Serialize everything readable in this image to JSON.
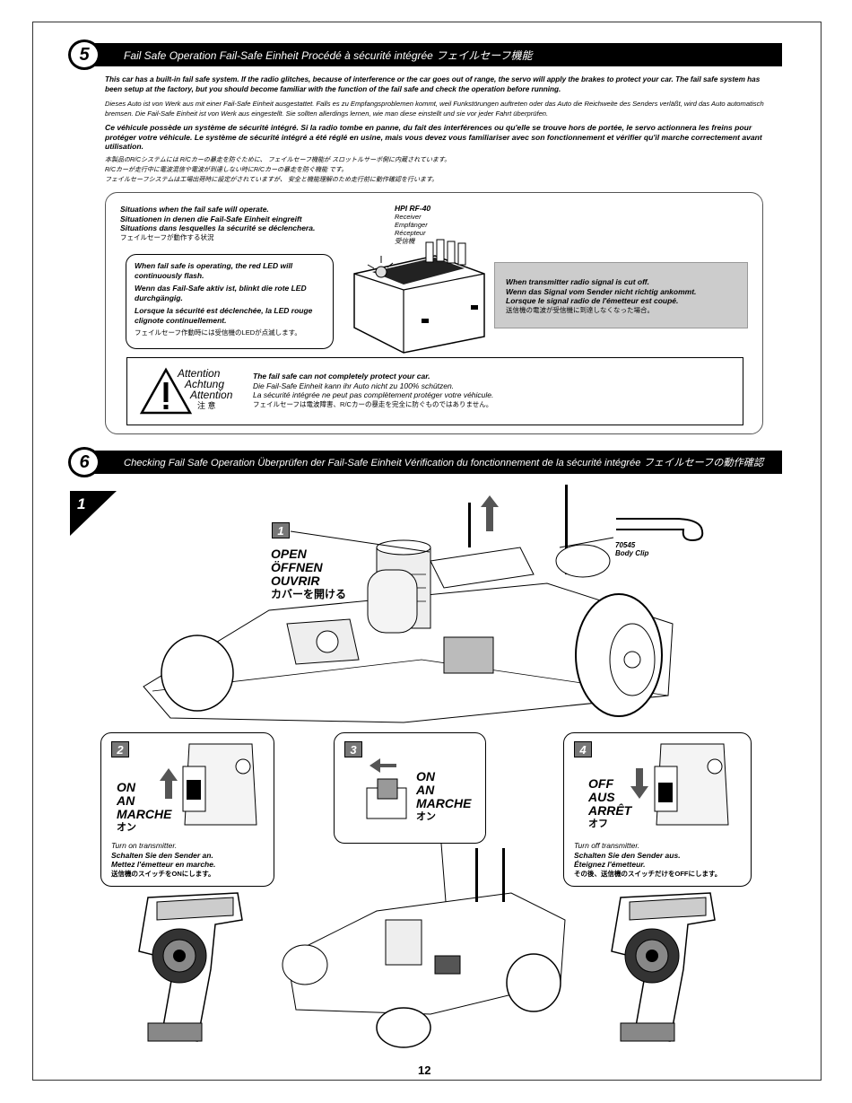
{
  "section5": {
    "num": "5",
    "title": "Fail Safe Operation   Fail-Safe Einheit   Procédé à sécurité intégrée   フェイルセーフ機能",
    "para_en": "This car has a built-in fail safe system. If the radio glitches, because of interference or the car goes out of range, the servo will apply the brakes to protect your car. The fail safe system has been setup at the factory, but you should become familiar with the function of the fail safe and check the operation before running.",
    "para_de": "Dieses Auto ist von Werk aus mit einer Fail-Safe Einheit ausgestattet. Falls es zu Empfangsproblemen kommt, weil Funkstörungen auftreten oder das Auto die Reichweite des Senders verläßt, wird das Auto automatisch bremsen. Die Fail-Safe Einheit ist von Werk aus eingestellt. Sie sollten allerdings lernen, wie man diese einstellt und sie vor jeder Fahrt überprüfen.",
    "para_fr": "Ce véhicule possède un système de sécurité intégré. Si la radio tombe en panne, du fait des interférences ou qu'elle se trouve hors de portée, le servo actionnera les freins pour protéger votre véhicule. Le système de sécurité intégré a été réglé en usine, mais vous devez vous familiariser avec son fonctionnement et vérifier qu'il marche correctement avant utilisation.",
    "para_jp1": "本製品のR/Cシステムには R/Cカーの暴走を防ぐために、 フェイルセーフ機能が スロットルサーボ側に内蔵されています。",
    "para_jp2": "R/Cカーが走行中に電波混信や電波が到達しない時にR/Cカーの暴走を防ぐ機能 です。",
    "para_jp3": "フェイルセーフシステムは工場出荷時に設定がされていますが、 安全と機能理解のため走行前に動作確認を行います。",
    "situ_en": "Situations when the fail safe will operate.",
    "situ_de": "Situationen in denen die Fail-Safe Einheit eingreift",
    "situ_fr": "Situations dans lesquelles la sécurité se déclenchera.",
    "situ_jp": "フェイルセーフが動作する状況",
    "receiver_en": "HPI RF-40",
    "receiver_1": "Receiver",
    "receiver_2": "Empfänger",
    "receiver_3": "Récepteur",
    "receiver_4": "受信機",
    "led_en": "When fail safe is operating, the red LED will continuously flash.",
    "led_de": "Wenn das Fail-Safe aktiv ist, blinkt die rote LED durchgängig.",
    "led_fr": "Lorsque la sécurité est déclenchée, la LED rouge clignote continuellement.",
    "led_jp": "フェイルセーフ作動時には受信機のLEDが点滅します。",
    "signal_en": "When transmitter radio signal is cut off.",
    "signal_de": "Wenn das Signal vom Sender nicht richtig ankommt.",
    "signal_fr": "Lorsque le signal radio de l'émetteur est coupé.",
    "signal_jp": "送信機の電波が受信機に到達しなくなった場合。",
    "att_1": "Attention",
    "att_2": "Achtung",
    "att_3": "Attention",
    "att_4": "注 意",
    "warn_en": "The fail safe can not completely protect your car.",
    "warn_de": "Die Fail-Safe Einheit kann ihr Auto nicht zu 100% schützen.",
    "warn_fr": "La sécurité intégrée ne peut pas complètement protéger votre véhicule.",
    "warn_jp": "フェイルセーフは電波障害、R/Cカーの暴走を完全に防ぐものではありません。"
  },
  "section6": {
    "num": "6",
    "title": "Checking Fail Safe Operation   Überprüfen der Fail-Safe Einheit   Vérification du fonctionnement de la sécurité intégrée   フェイルセーフの動作確認",
    "step1_num": "1",
    "tag1": "1",
    "open_1": "OPEN",
    "open_2": "ÖFFNEN",
    "open_3": "OUVRIR",
    "open_4": "カバーを開ける",
    "clip_num": "70545",
    "clip_label": "Body Clip",
    "tag2": "2",
    "on_1": "ON",
    "on_2": "AN",
    "on_3": "MARCHE",
    "on_4": "オン",
    "turn_on_en": "Turn on transmitter.",
    "turn_on_de": "Schalten Sie den Sender an.",
    "turn_on_fr": "Mettez l'émetteur en marche.",
    "turn_on_jp": "送信機のスイッチをONにします。",
    "tag3": "3",
    "on3_1": "ON",
    "on3_2": "AN",
    "on3_3": "MARCHE",
    "on3_4": "オン",
    "tag4": "4",
    "off_1": "OFF",
    "off_2": "AUS",
    "off_3": "ARRÊT",
    "off_4": "オフ",
    "turn_off_en": "Turn off transmitter.",
    "turn_off_de": "Schalten Sie den Sender aus.",
    "turn_off_fr": "Éteignez l'émetteur.",
    "turn_off_jp": "その後、送信機のスイッチだけをOFFにします。"
  },
  "page_number": "12"
}
